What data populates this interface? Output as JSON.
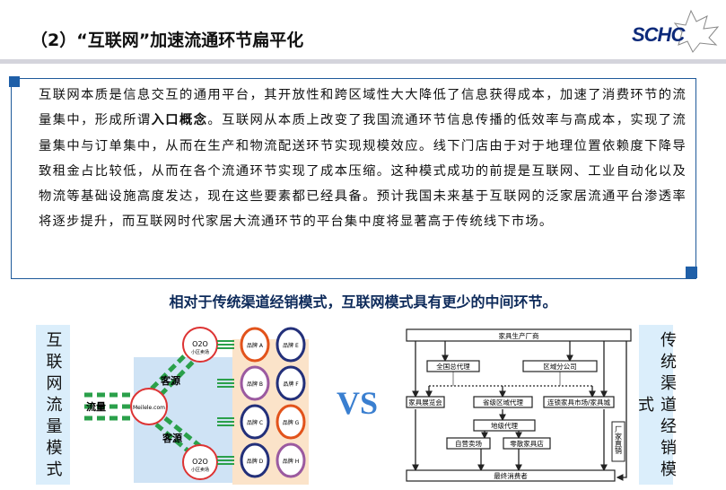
{
  "header": {
    "title": "（2）“互联网”加速流通环节扁平化",
    "logo": "SCHC"
  },
  "summary": {
    "p1": "互联网本质是信息交互的通用平台，其开放性和跨区域性大大降低了信息获得成本，加速了消费环节的流量集中，形成所谓",
    "p1_bold": "入口概念",
    "p2": "。互联网从本质上改变了我国流通环节信息传播的低效率与高成本，实现了流量集中与订单集中，从而在生产和物流配送环节实现规模效应。线下门店由于对于地理位置依赖度下降导致租金占比较低，从而在各个流通环节实现了成本压缩。这种模式成功的前提是互联网、工业自动化以及物流等基础设施高度发达，现在这些要素都已经具备。预计我国未来基于互联网的泛家居流通平台渗透率将逐步提升，而互联网时代家居大流通环节的平台集中度将显著高于传统线下市场。"
  },
  "subtitle": "相对于传统渠道经销模式，互联网模式具有更少的中间环节。",
  "left_label": "互联网流量模式",
  "right_label": "传统渠道经销模式",
  "vs": "VS",
  "internet_diagram": {
    "traffic": "流量",
    "customers": "客源",
    "hub": "Meilele.com",
    "o2o": "O2O",
    "o2o_sub": "小区卖场",
    "brands": [
      "品牌 A",
      "品牌 B",
      "品牌 C",
      "品牌 D",
      "品牌 E",
      "品牌 F",
      "品牌 G",
      "品牌 H"
    ]
  },
  "traditional_diagram": {
    "manufacturer": "家具生产厂商",
    "national_agent": "全国总代理",
    "regional_branch": "区域分公司",
    "expo": "家具展览会",
    "provincial_agent": "省级区域代理",
    "chain_market": "连锁家具市场/家具城",
    "city_agent": "地级代理",
    "own_store": "自营卖场",
    "small_store": "零散家具店",
    "direct": "厂家直销",
    "consumer": "最终消费者"
  }
}
